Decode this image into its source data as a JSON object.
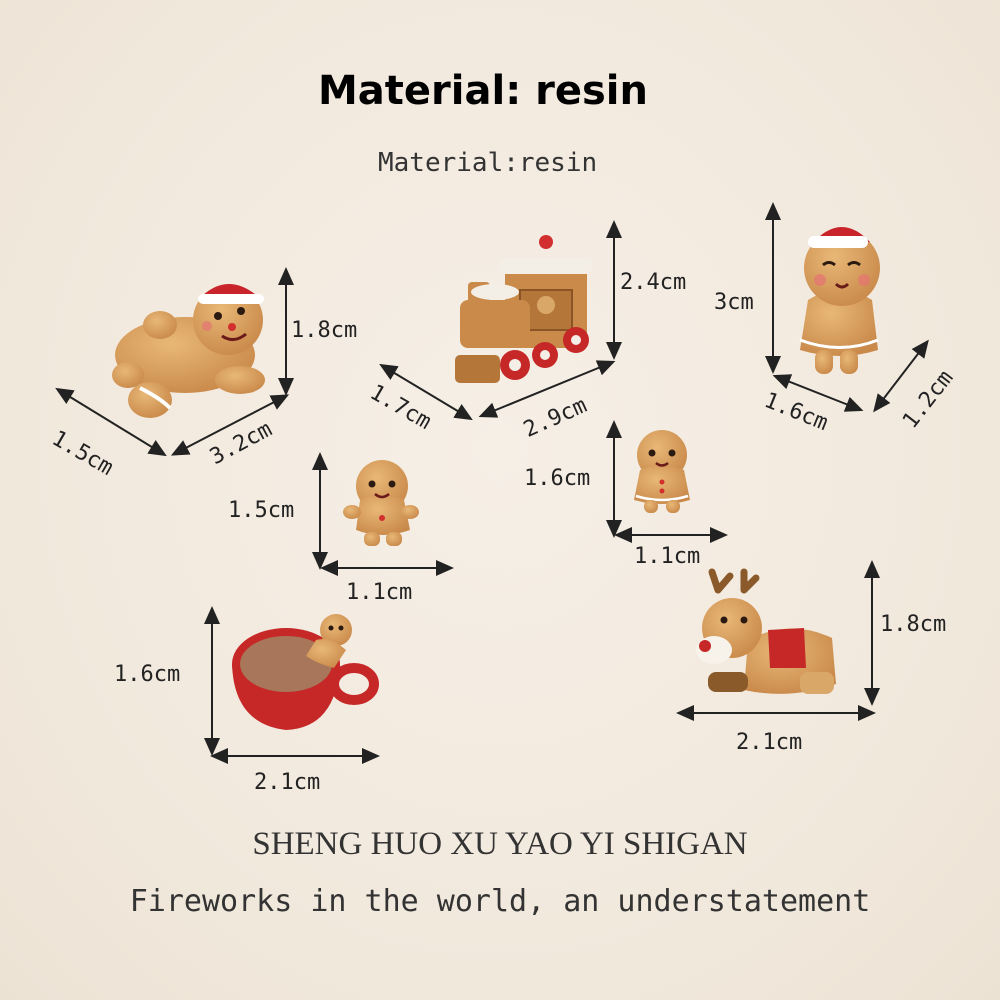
{
  "header": {
    "title": "Material: resin",
    "subtitle": "Material:resin"
  },
  "products": [
    {
      "name": "Lying gingerbread man",
      "dimensions": [
        "1.8cm",
        "1.5cm",
        "3.2cm"
      ]
    },
    {
      "name": "Gingerbread train",
      "dimensions": [
        "2.4cm",
        "1.7cm",
        "2.9cm"
      ]
    },
    {
      "name": "Gingerbread girl with hat",
      "dimensions": [
        "3cm",
        "1.6cm",
        "1.2cm"
      ]
    },
    {
      "name": "Small gingerbread man",
      "dimensions": [
        "1.5cm",
        "1.1cm"
      ]
    },
    {
      "name": "Small gingerbread girl",
      "dimensions": [
        "1.6cm",
        "1.1cm"
      ]
    },
    {
      "name": "Cocoa cup with gingerbread",
      "dimensions": [
        "1.6cm",
        "2.1cm"
      ]
    },
    {
      "name": "Reindeer",
      "dimensions": [
        "1.8cm",
        "2.1cm"
      ]
    }
  ],
  "footer": {
    "line1": "SHENG HUO XU YAO YI SHIGAN",
    "line2": "Fireworks in the world, an understatement"
  }
}
